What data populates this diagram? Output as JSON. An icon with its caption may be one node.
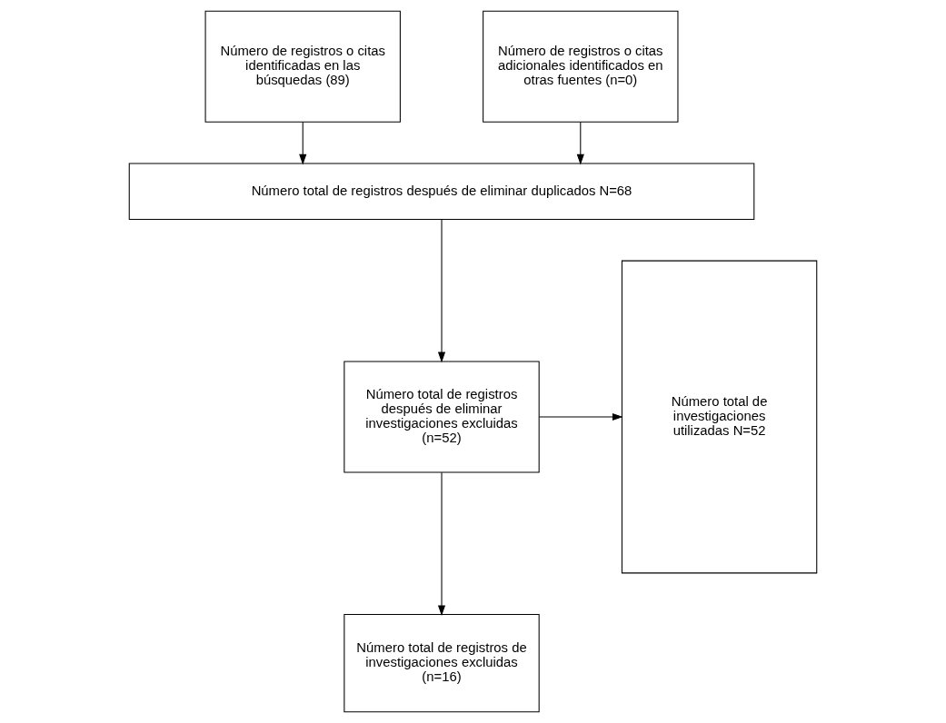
{
  "diagram": {
    "nodes": [
      {
        "text": [
          "Número de registros o citas identificadas en las búsquedas (89)"
        ]
      },
      {
        "text": [
          "Número de registros o citas adicionales identificados en otras fuentes (n=0)"
        ]
      },
      {
        "text": [
          "Número total de registros después de eliminar duplicados N=68"
        ]
      },
      {
        "text": [
          "Número total de registros después de eliminar investigaciones excluidas (n=52)"
        ]
      },
      {
        "text": [
          "Número total de investigaciones utilizadas N=52"
        ]
      },
      {
        "text": [
          "Número total de registros de investigaciones excluidas (n=16)"
        ]
      }
    ],
    "edges": [
      {
        "from": 0,
        "to": 2,
        "arrow": "to"
      },
      {
        "from": 1,
        "to": 2,
        "arrow": "to"
      },
      {
        "from": 2,
        "to": 3,
        "arrow": "to"
      },
      {
        "from": 3,
        "to": 4,
        "arrow": "to"
      },
      {
        "from": 3,
        "to": 5,
        "arrow": "to"
      }
    ]
  }
}
